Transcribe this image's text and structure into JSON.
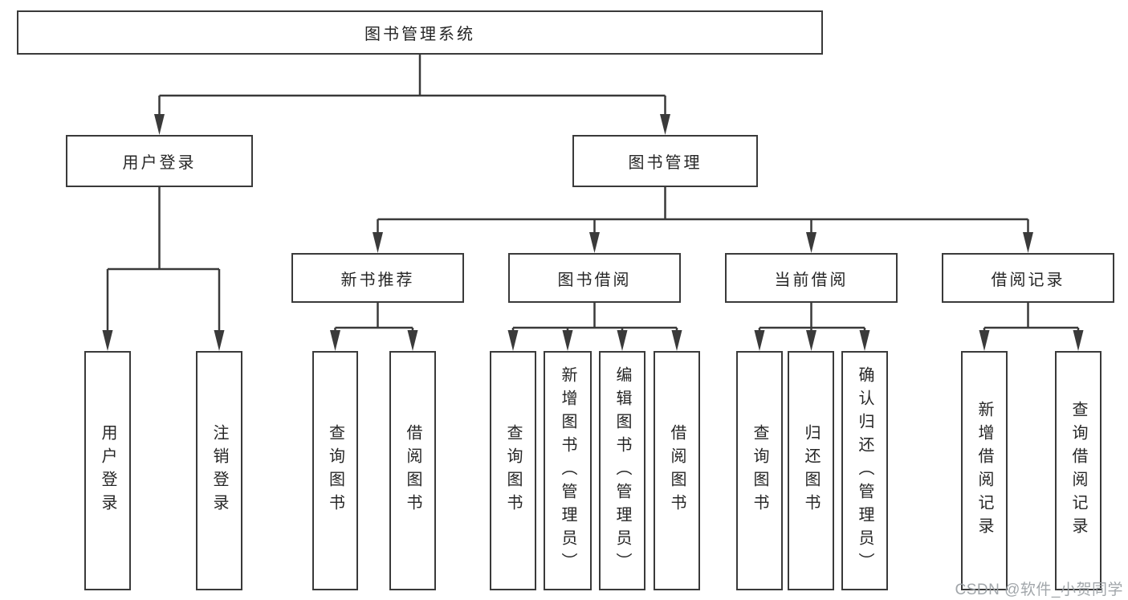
{
  "diagram": {
    "root": {
      "label": "图书管理系统"
    },
    "level2": [
      {
        "label": "用户登录"
      },
      {
        "label": "图书管理"
      }
    ],
    "level3": [
      {
        "label": "新书推荐"
      },
      {
        "label": "图书借阅"
      },
      {
        "label": "当前借阅"
      },
      {
        "label": "借阅记录"
      }
    ],
    "leaves": {
      "user": [
        "用户登录",
        "注销登录"
      ],
      "recommend": [
        "查询图书",
        "借阅图书"
      ],
      "borrow": [
        "查询图书",
        "新增图书（管理员）",
        "编辑图书（管理员）",
        "借阅图书"
      ],
      "current": [
        "查询图书",
        "归还图书",
        "确认归还（管理员）"
      ],
      "records": [
        "新增借阅记录",
        "查询借阅记录"
      ]
    }
  },
  "watermark": {
    "text": "CSDN @软件_小贺同学",
    "color": "#9da2a6"
  },
  "colors": {
    "line": "#3a3a3a",
    "text": "#262626",
    "background": "#ffffff"
  }
}
